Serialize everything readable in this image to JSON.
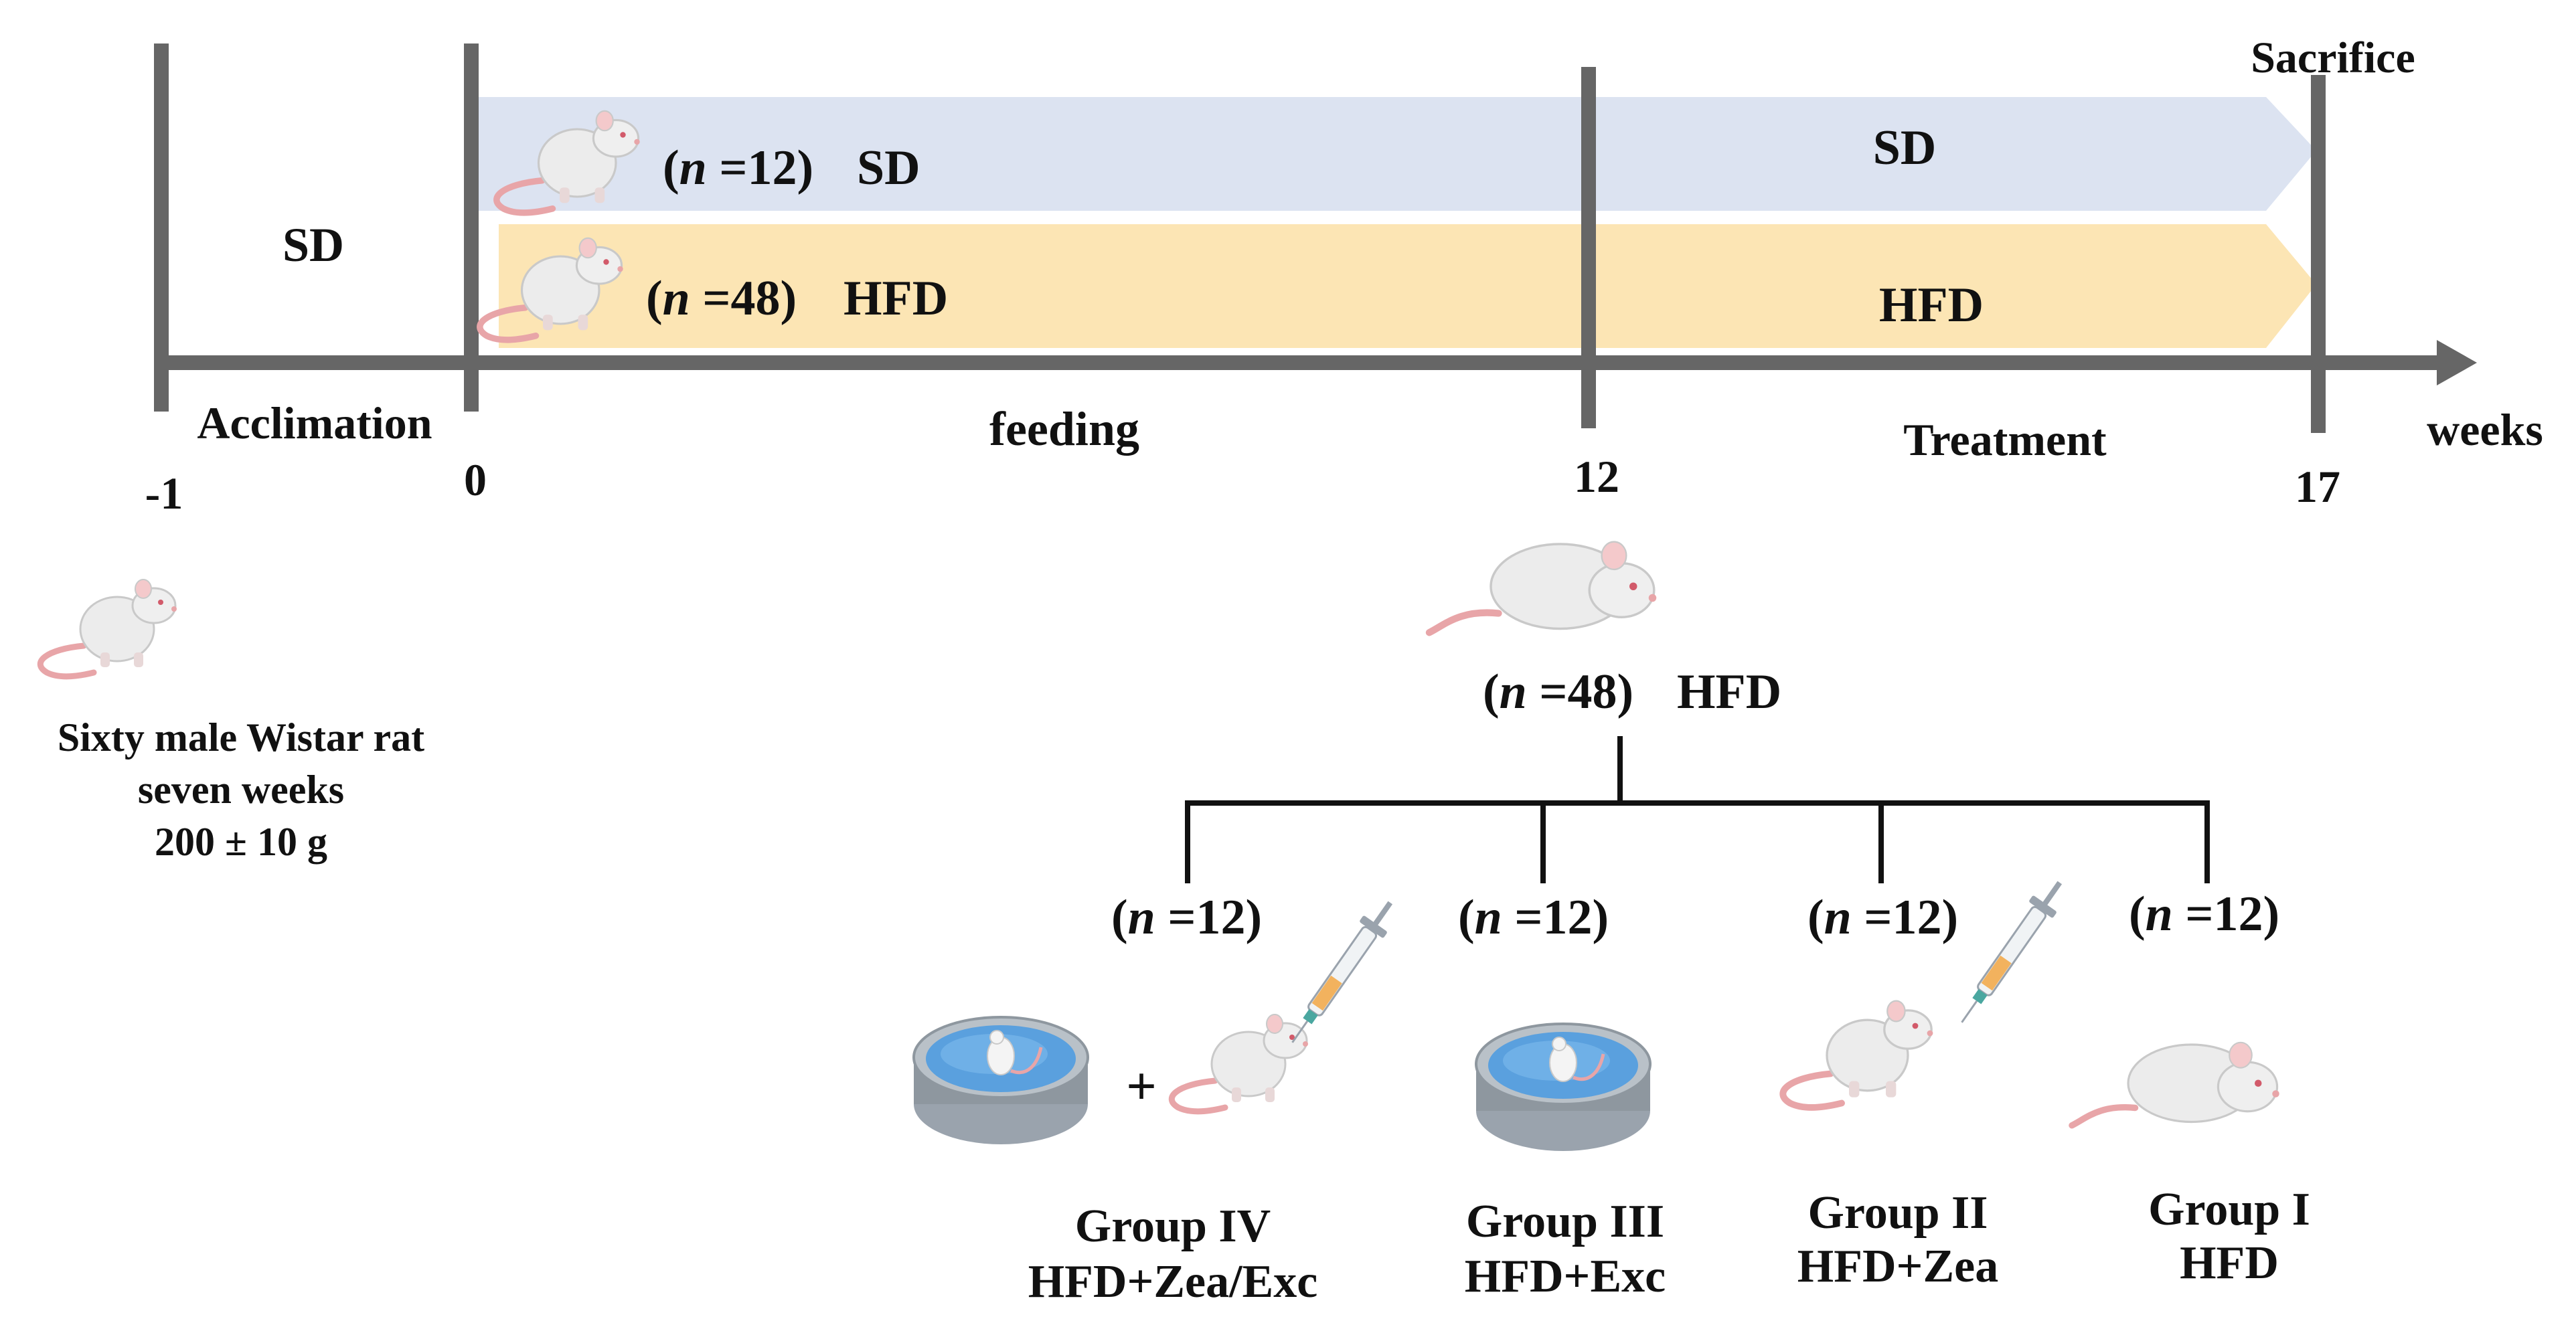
{
  "timeline": {
    "ticks": [
      "-1",
      "0",
      "12",
      "17"
    ],
    "unit": "weeks",
    "acclimation_diet": "SD",
    "phase_acclimation": "Acclimation",
    "phase_feeding": "feeding",
    "phase_treatment": "Treatment",
    "event_end": "Sacrifice",
    "sd_arm": {
      "n_prefix": "(",
      "n_var": "n",
      "n_value": " =12)",
      "diet": "SD",
      "later_diet": "SD",
      "color": "#dce3f1"
    },
    "hfd_arm": {
      "n_prefix": "(",
      "n_var": "n",
      "n_value": " =48)",
      "diet": "HFD",
      "later_diet": "HFD",
      "color": "#fce5b4"
    }
  },
  "subjects": {
    "line1": "Sixty male Wistar rat",
    "line2": "seven weeks",
    "line3": "200 ± 10 g"
  },
  "split": {
    "n_prefix": "(",
    "n_var": "n",
    "n_value": " =48)",
    "diet": "HFD"
  },
  "groups": [
    {
      "n_prefix": "(",
      "n_var": "n",
      "n_value": " =12)",
      "name": "Group IV",
      "treatment": "HFD+Zea/Exc",
      "icons": [
        "swim-tank",
        "rat-injection"
      ]
    },
    {
      "n_prefix": "(",
      "n_var": "n",
      "n_value": " =12)",
      "name": "Group III",
      "treatment": "HFD+Exc",
      "icons": [
        "swim-tank"
      ]
    },
    {
      "n_prefix": "(",
      "n_var": "n",
      "n_value": " =12)",
      "name": "Group II",
      "treatment": "HFD+Zea",
      "icons": [
        "rat-injection"
      ]
    },
    {
      "n_prefix": "(",
      "n_var": "n",
      "n_value": " =12)",
      "name": "Group I",
      "treatment": "HFD",
      "icons": [
        "rat"
      ]
    }
  ],
  "plus_sign": "+",
  "colors": {
    "axis": "#666666",
    "bracket": "#111111",
    "rat_body": "#ececec",
    "rat_tail": "#e8a5a8",
    "water": "#5aa0de"
  }
}
